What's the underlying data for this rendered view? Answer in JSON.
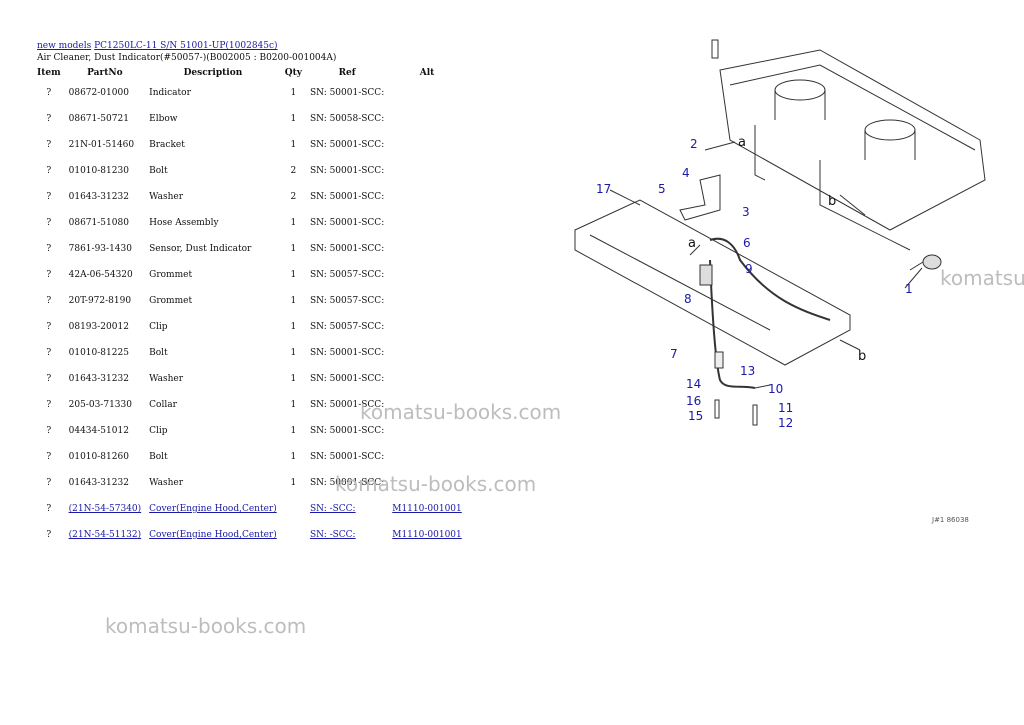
{
  "breadcrumb": {
    "new_models": "new models",
    "model": "PC1250LC-11 S/N 51001-UP(1002845c)"
  },
  "subtitle": "Air Cleaner, Dust Indicator(#50057-)(B002005 : B0200-001004A)",
  "table": {
    "headers": {
      "item": "Item",
      "partno": "PartNo",
      "description": "Description",
      "qty": "Qty",
      "ref": "Ref",
      "alt": "Alt"
    },
    "rows": [
      {
        "item": "?",
        "partno": "08672-01000",
        "description": "Indicator",
        "qty": "1",
        "ref": "SN: 50001-SCC:",
        "alt": ""
      },
      {
        "item": "?",
        "partno": "08671-50721",
        "description": "Elbow",
        "qty": "1",
        "ref": "SN: 50058-SCC:",
        "alt": ""
      },
      {
        "item": "?",
        "partno": "21N-01-51460",
        "description": "Bracket",
        "qty": "1",
        "ref": "SN: 50001-SCC:",
        "alt": ""
      },
      {
        "item": "?",
        "partno": "01010-81230",
        "description": "Bolt",
        "qty": "2",
        "ref": "SN: 50001-SCC:",
        "alt": ""
      },
      {
        "item": "?",
        "partno": "01643-31232",
        "description": "Washer",
        "qty": "2",
        "ref": "SN: 50001-SCC:",
        "alt": ""
      },
      {
        "item": "?",
        "partno": "08671-51080",
        "description": "Hose Assembly",
        "qty": "1",
        "ref": "SN: 50001-SCC:",
        "alt": ""
      },
      {
        "item": "?",
        "partno": "7861-93-1430",
        "description": "Sensor, Dust Indicator",
        "qty": "1",
        "ref": "SN: 50001-SCC:",
        "alt": ""
      },
      {
        "item": "?",
        "partno": "42A-06-54320",
        "description": "Grommet",
        "qty": "1",
        "ref": "SN: 50057-SCC:",
        "alt": ""
      },
      {
        "item": "?",
        "partno": "20T-972-8190",
        "description": "Grommet",
        "qty": "1",
        "ref": "SN: 50057-SCC:",
        "alt": ""
      },
      {
        "item": "?",
        "partno": "08193-20012",
        "description": "Clip",
        "qty": "1",
        "ref": "SN: 50057-SCC:",
        "alt": ""
      },
      {
        "item": "?",
        "partno": "01010-81225",
        "description": "Bolt",
        "qty": "1",
        "ref": "SN: 50001-SCC:",
        "alt": ""
      },
      {
        "item": "?",
        "partno": "01643-31232",
        "description": "Washer",
        "qty": "1",
        "ref": "SN: 50001-SCC:",
        "alt": ""
      },
      {
        "item": "?",
        "partno": "205-03-71330",
        "description": "Collar",
        "qty": "1",
        "ref": "SN: 50001-SCC:",
        "alt": ""
      },
      {
        "item": "?",
        "partno": "04434-51012",
        "description": "Clip",
        "qty": "1",
        "ref": "SN: 50001-SCC:",
        "alt": ""
      },
      {
        "item": "?",
        "partno": "01010-81260",
        "description": "Bolt",
        "qty": "1",
        "ref": "SN: 50001-SCC:",
        "alt": ""
      },
      {
        "item": "?",
        "partno": "01643-31232",
        "description": "Washer",
        "qty": "1",
        "ref": "SN: 50001-SCC:",
        "alt": ""
      },
      {
        "item": "?",
        "partno": "(21N-54-57340)",
        "description": "Cover(Engine Hood,Center)",
        "qty": "",
        "ref": "SN: -SCC:",
        "alt": "M1110-001001",
        "link": true
      },
      {
        "item": "?",
        "partno": "(21N-54-51132)",
        "description": "Cover(Engine Hood,Center)",
        "qty": "",
        "ref": "SN: -SCC:",
        "alt": "M1110-001001",
        "link": true
      }
    ]
  },
  "watermarks": [
    "komatsu-books.com",
    "komatsu-books.com",
    "komatsu-books.com",
    "komatsu"
  ],
  "diagram": {
    "callouts": [
      "1",
      "2",
      "3",
      "4",
      "5",
      "6",
      "7",
      "8",
      "9",
      "10",
      "11",
      "12",
      "13",
      "14",
      "15",
      "16",
      "17"
    ],
    "arrow_labels": [
      "a",
      "a",
      "b",
      "b"
    ],
    "code": "J#1 86038"
  },
  "colors": {
    "link": "#1a1aa6",
    "callout": "#1a1aa6",
    "watermark": "#bdbdbd"
  }
}
